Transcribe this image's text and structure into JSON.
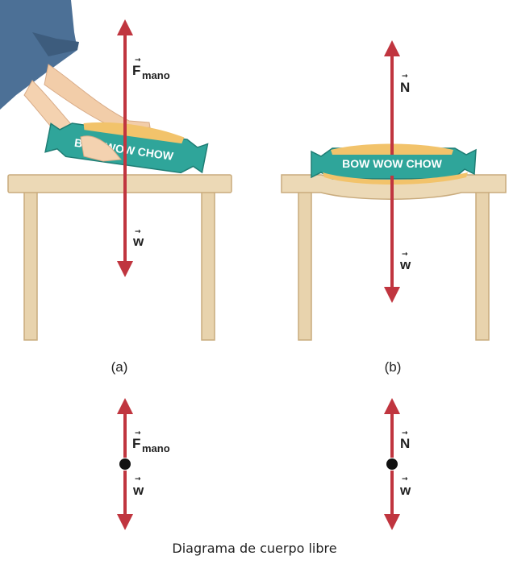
{
  "panels": {
    "a": {
      "label": "(a)",
      "bag_text": "BOW WOW CHOW",
      "forces": {
        "up_main": "F",
        "up_sub": "mano",
        "down_main": "w"
      }
    },
    "b": {
      "label": "(b)",
      "bag_text": "BOW WOW CHOW",
      "forces": {
        "up_main": "N",
        "down_main": "w"
      }
    }
  },
  "fbd": {
    "a": {
      "up_main": "F",
      "up_sub": "mano",
      "down_main": "w"
    },
    "b": {
      "up_main": "N",
      "down_main": "w"
    }
  },
  "caption": "Diagrama de cuerpo libre",
  "colors": {
    "arrow": "#c0353f",
    "table": "#e8d3ad",
    "table_edge": "#c9ab7d",
    "bag": "#2fa59a",
    "bag_food": "#f2c36b",
    "sleeve": "#4c7096",
    "skin": "#f2cda9"
  }
}
